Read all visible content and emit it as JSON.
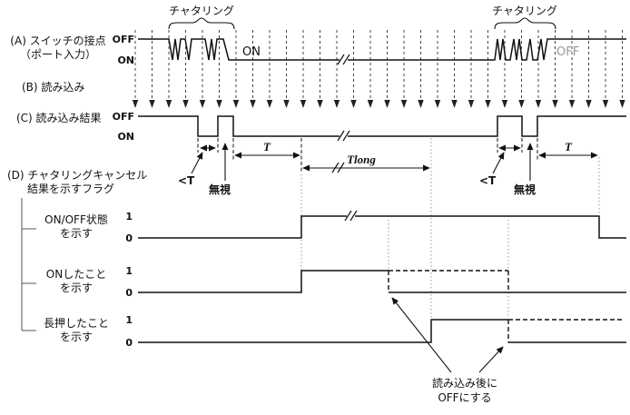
{
  "labels": {
    "chattering_left": "チャタリング",
    "chattering_right": "チャタリング",
    "row_a_1": "(A) スイッチの接点",
    "row_a_2": "（ポート入力）",
    "row_b": "(B) 読み込み",
    "row_c": "(C) 読み込み結果",
    "row_d_1": "(D) チャタリングキャンセル",
    "row_d_2": "結果を示すフラグ",
    "flag1_1": "ON/OFF状態",
    "flag1_2": "を示す",
    "flag2_1": "ONしたこと",
    "flag2_2": "を示す",
    "flag3_1": "長押したこと",
    "flag3_2": "を示す",
    "annotation_1": "読み込み後に",
    "annotation_2": "OFFにする"
  },
  "levels": {
    "a_off": "OFF",
    "a_on": "ON",
    "c_off": "OFF",
    "c_on": "ON",
    "f1_one": "1",
    "f1_zero": "0",
    "f2_one": "1",
    "f2_zero": "0",
    "f3_one": "1",
    "f3_zero": "0"
  },
  "signals": {
    "on_text": "ON",
    "off_text": "OFF"
  },
  "timing": {
    "t_left": "T",
    "t_long": "Tlong",
    "t_right": "T",
    "lt_left": "<T",
    "lt_right": "<T",
    "ignore_left": "無視",
    "ignore_right": "無視"
  },
  "colors": {
    "line": "#111111",
    "muted_text": "#999999",
    "sampling": "#444444"
  }
}
